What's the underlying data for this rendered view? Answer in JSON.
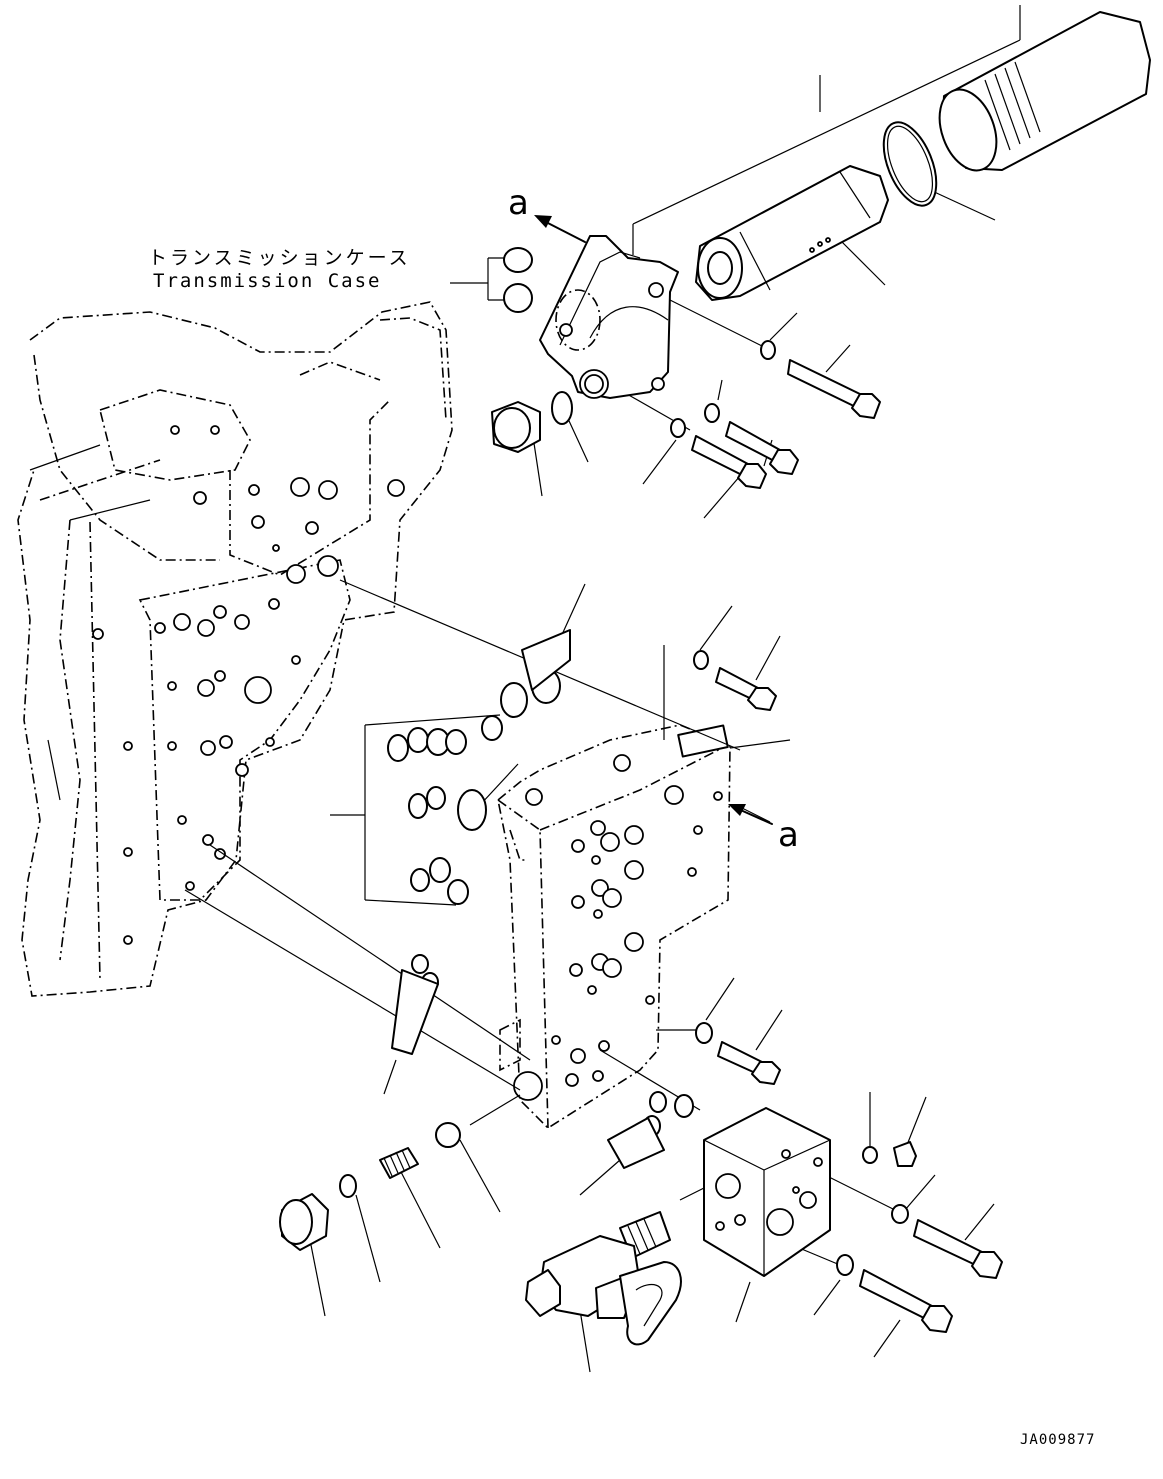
{
  "labels": {
    "case_ja": "トランスミッションケース",
    "case_en": "Transmission Case",
    "view_a_top": "a",
    "view_a_side": "a",
    "doc_id": "JA009877"
  }
}
